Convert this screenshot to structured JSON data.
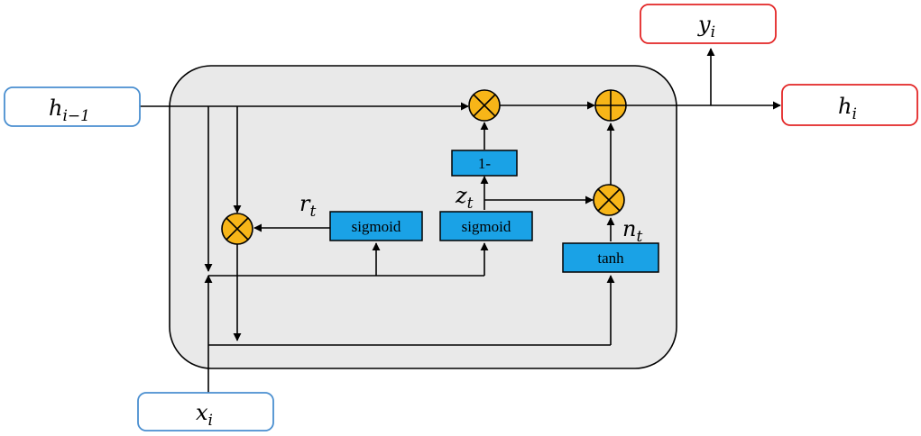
{
  "colors": {
    "io_blue_border": "#4a8fd0",
    "io_red_border": "#e32626",
    "cell_fill": "#e9e9e9",
    "block_fill": "#1aa2e6",
    "op_fill": "#f7b518"
  },
  "inputs": {
    "h_prev": {
      "base": "h",
      "sub": "i−1"
    },
    "x": {
      "base": "x",
      "sub": "i"
    }
  },
  "outputs": {
    "y": {
      "base": "y",
      "sub": "i"
    },
    "h": {
      "base": "h",
      "sub": "i"
    }
  },
  "blocks": {
    "sigmoid_r": "sigmoid",
    "sigmoid_z": "sigmoid",
    "one_minus": "1-",
    "tanh": "tanh"
  },
  "gate_labels": {
    "r": {
      "base": "r",
      "sub": "t"
    },
    "z": {
      "base": "z",
      "sub": "t"
    },
    "n": {
      "base": "n",
      "sub": "t"
    }
  },
  "operators": {
    "multiply": "multiply-icon",
    "add": "add-icon"
  }
}
